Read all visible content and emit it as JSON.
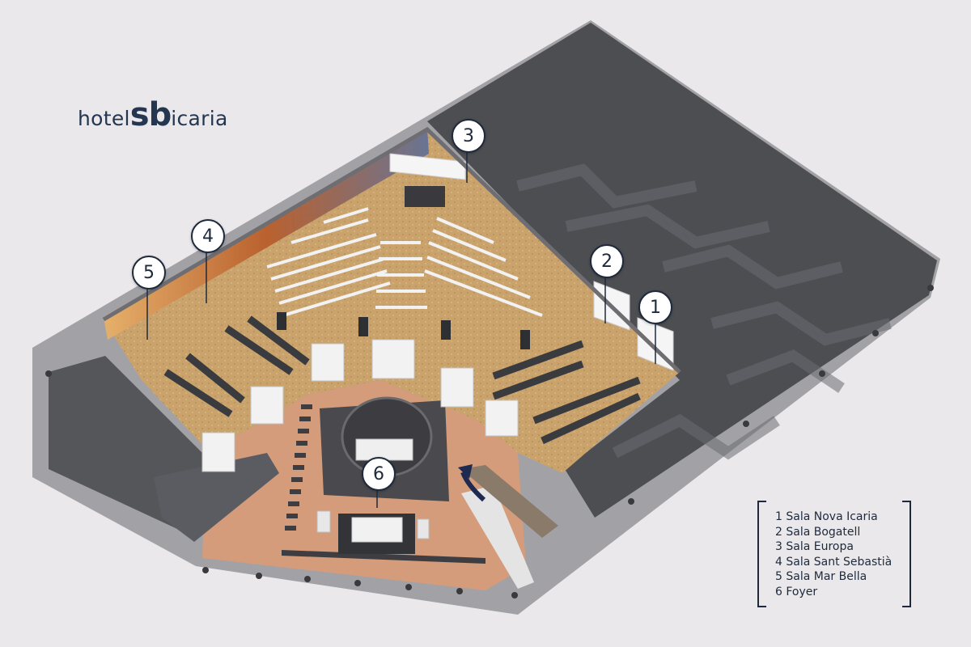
{
  "logo": {
    "part1": "hotel",
    "part2": "sb",
    "part3": "icaria"
  },
  "markers": [
    {
      "id": 1,
      "label": "1"
    },
    {
      "id": 2,
      "label": "2"
    },
    {
      "id": 3,
      "label": "3"
    },
    {
      "id": 4,
      "label": "4"
    },
    {
      "id": 5,
      "label": "5"
    },
    {
      "id": 6,
      "label": "6"
    }
  ],
  "legend": [
    "1 Sala Nova Icaria",
    "2 Sala Bogatell",
    "3 Sala Europa",
    "4 Sala Sant Sebastià",
    "5 Sala Mar Bella",
    "6 Foyer"
  ],
  "colors": {
    "background": "#eae8ea",
    "wall": "#8c8c90",
    "dark_floor": "#4b4c50",
    "wood_floor": "#c8a06a",
    "foyer_floor": "#d29b78",
    "ink": "#1e2a3c"
  }
}
